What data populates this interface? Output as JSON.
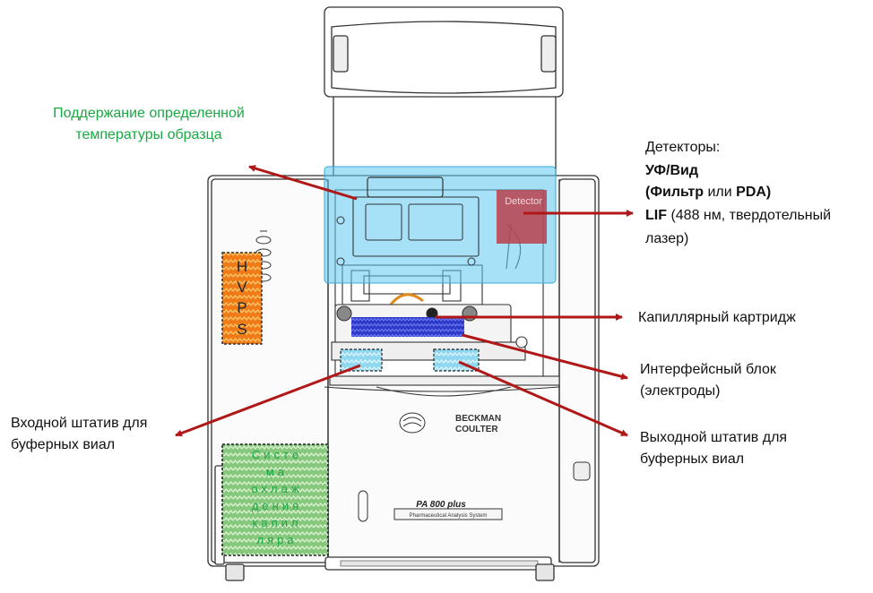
{
  "labels": {
    "temperature_line1": "Поддержание определенной",
    "temperature_line2": "температуры образца",
    "detectors_title": "Детекторы:",
    "detectors_uv": "УФ/Вид",
    "detectors_filter_prefix": "(Фильтр",
    "detectors_filter_or": " или ",
    "detectors_filter_pda": "PDA)",
    "detectors_lif": "LIF",
    "detectors_lif_rest": " (488 нм, твердотельный",
    "detectors_laser": "лазер)",
    "capillary_cartridge": "Капиллярный картридж",
    "interface_line1": "Интерфейсный блок",
    "interface_line2": "(электроды)",
    "inlet_line1": "Входной штатив для",
    "inlet_line2": "буферных виал",
    "outlet_line1": "Выходной штатив для",
    "outlet_line2": "буферных виал"
  },
  "device": {
    "detector_label": "Detector",
    "brand_line1": "BECKMAN",
    "brand_line2": "COULTER",
    "model": "PA 800 plus",
    "model_sub": "Pharmaceutical Analysis System"
  },
  "hvps_letters": [
    "H",
    "V",
    "P",
    "S"
  ],
  "cooling_lines": [
    "Систе",
    "ма",
    "охлаж",
    "дения",
    "капил",
    "ляра"
  ],
  "colors": {
    "arrow": "#b01818",
    "cyan_overlay": "#5cc8f0",
    "detector_box": "#b8404c",
    "hvps_fill": "#f07a18",
    "cooling_fill": "#7fc47a",
    "cartridge_blue": "#2d38c8",
    "green_text": "#1aa843"
  }
}
